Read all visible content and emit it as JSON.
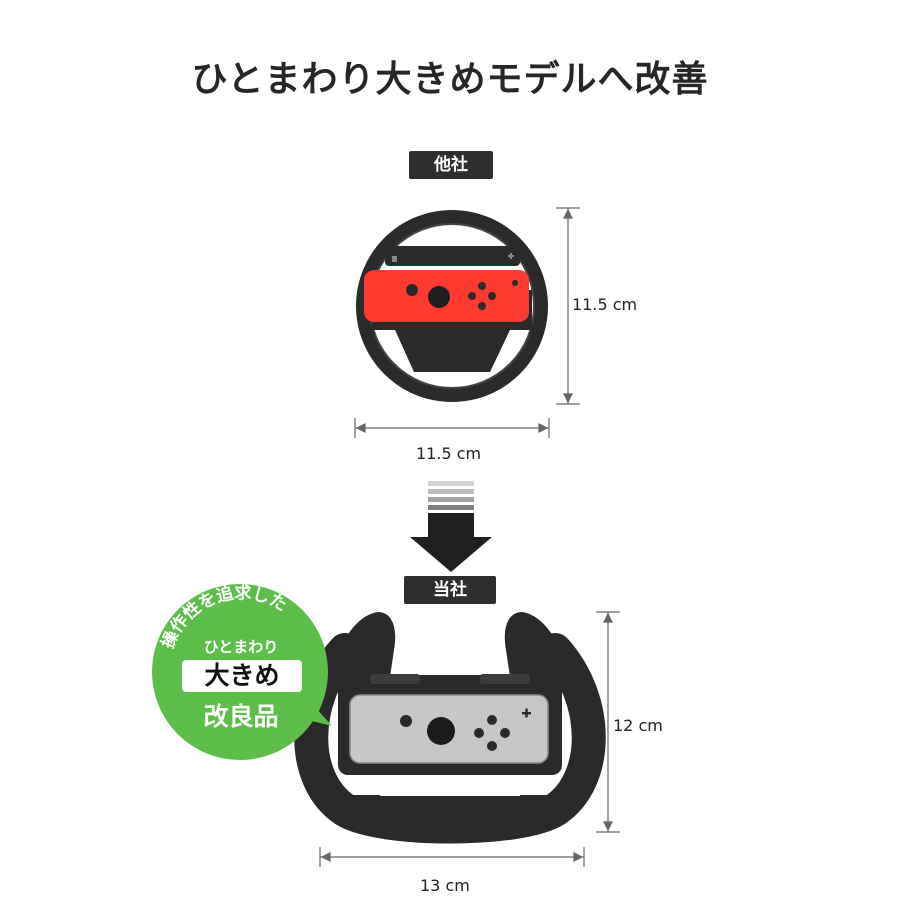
{
  "headline": "ひとまわり大きめモデルへ改善",
  "top_label": "他社",
  "bottom_label": "当社",
  "top_product": {
    "height": "11.5 cm",
    "width": "11.5 cm"
  },
  "bottom_product": {
    "height": "12 cm",
    "width": "13 cm"
  },
  "bubble": {
    "arc_text": "操作性を追求した",
    "line2": "ひとまわり",
    "line3": "大きめ",
    "line4": "改良品"
  },
  "colors": {
    "dark": "#2e2e2e",
    "bubble_green": "#5cbf4a",
    "joycon_red": "#ff3b30",
    "joycon_gray": "#c7c7c7"
  }
}
